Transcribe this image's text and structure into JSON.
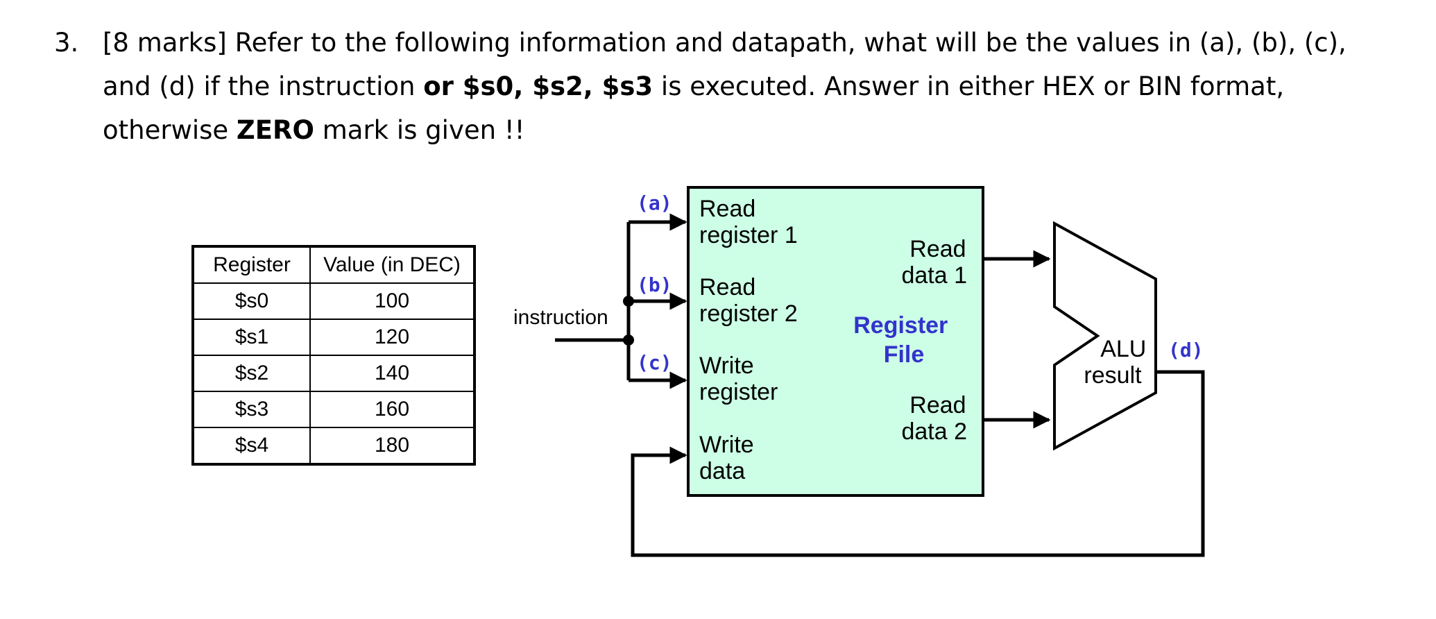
{
  "question": {
    "number": "3.",
    "marks": "[8 marks]",
    "prompt_start": " Refer to the following information and datapath, what will be the values in (a), (b), (c), and (d) if the instruction ",
    "instruction": "or $s0, $s2, $s3",
    "prompt_mid": " is executed.  Answer in either HEX or BIN format, otherwise ",
    "zero": "ZERO",
    "prompt_end": " mark is given !!"
  },
  "register_table": {
    "headers": [
      "Register",
      "Value (in DEC)"
    ],
    "rows": [
      [
        "$s0",
        "100"
      ],
      [
        "$s1",
        "120"
      ],
      [
        "$s2",
        "140"
      ],
      [
        "$s3",
        "160"
      ],
      [
        "$s4",
        "180"
      ]
    ]
  },
  "datapath": {
    "instruction_label": "instruction",
    "marks": {
      "a": "(a)",
      "b": "(b)",
      "c": "(c)",
      "d": "(d)"
    },
    "register_file": {
      "title_line1": "Register",
      "title_line2": "File",
      "read_register_1": [
        "Read",
        "register 1"
      ],
      "read_register_2": [
        "Read",
        "register 2"
      ],
      "write_register": [
        "Write",
        "register"
      ],
      "write_data": [
        "Write",
        "data"
      ],
      "read_data_1": [
        "Read",
        "data 1"
      ],
      "read_data_2": [
        "Read",
        "data 2"
      ]
    },
    "alu": {
      "line1": "ALU",
      "line2": "result"
    },
    "colors": {
      "register_file_fill": "#ccffe6",
      "label_blue": "#3333cc"
    }
  }
}
